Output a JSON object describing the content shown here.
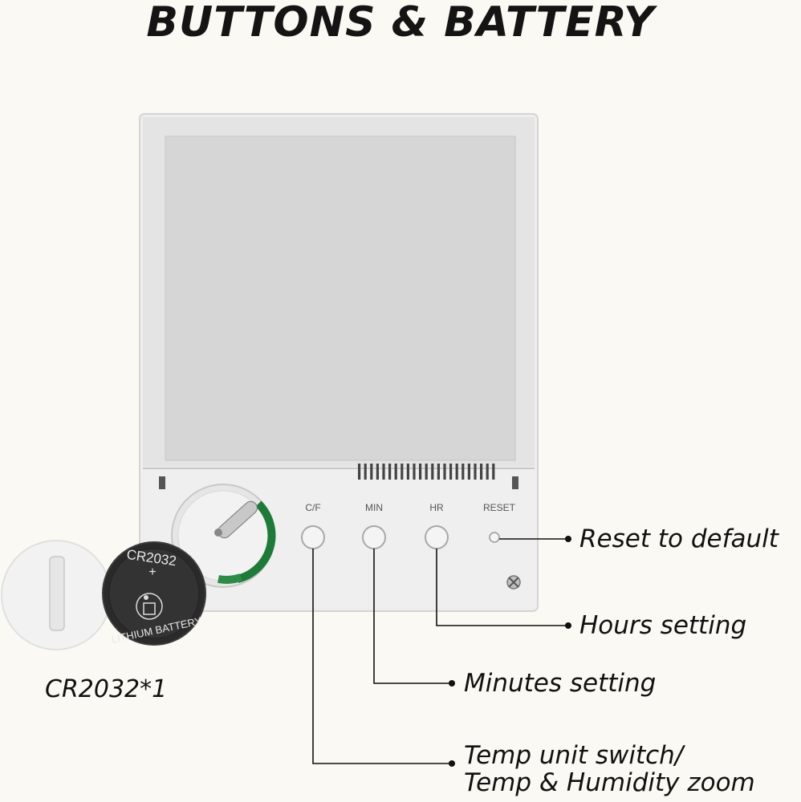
{
  "title": "BUTTONS & BATTERY",
  "buttons": {
    "cf": "C/F",
    "min": "MIN",
    "hr": "HR",
    "reset": "RESET"
  },
  "battery": {
    "model": "CR2032",
    "plus": "+",
    "ring_text": "LITHIUM BATTERY",
    "caption": "CR2032*1"
  },
  "callouts": {
    "reset": "Reset to default",
    "hours": "Hours setting",
    "minutes": "Minutes setting",
    "temp_line1": "Temp unit switch/",
    "temp_line2": "Temp & Humidity zoom"
  }
}
